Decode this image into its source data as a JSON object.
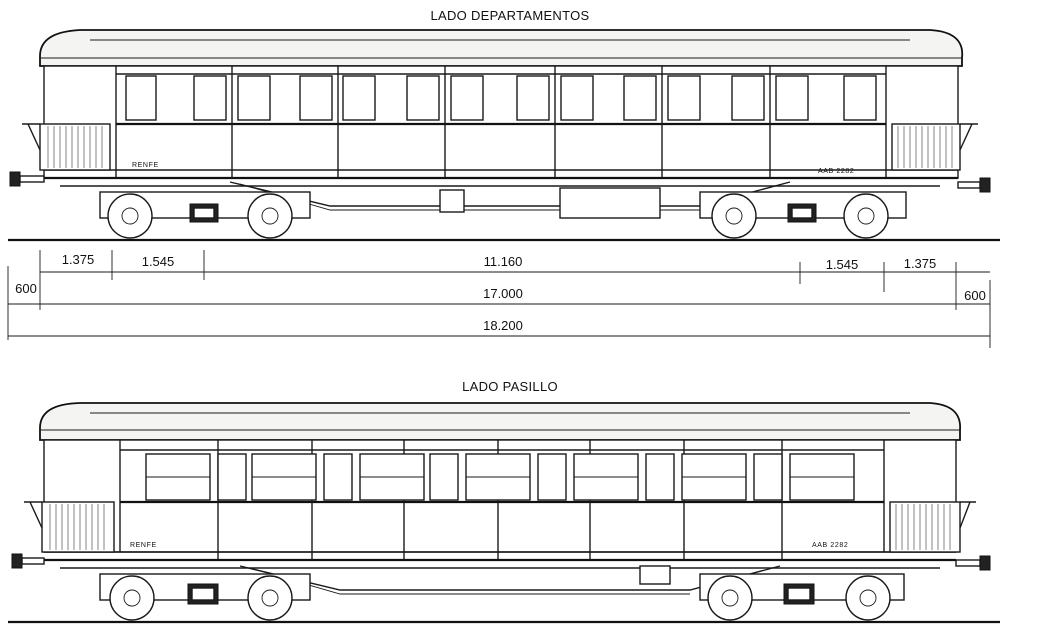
{
  "views": {
    "top": {
      "title": "LADO DEPARTAMENTOS",
      "left_marking": "RENFE",
      "right_marking": "AAB   2282"
    },
    "bottom": {
      "title": "LADO PASILLO",
      "left_marking": "RENFE",
      "right_marking": "AAB   2282"
    }
  },
  "dimensions": {
    "row1": {
      "left_overhang": "1.375",
      "left_bogie": "1.545",
      "center": "11.160",
      "right_bogie": "1.545",
      "right_overhang": "1.375"
    },
    "row2": {
      "left_buffer": "600",
      "body": "17.000",
      "right_buffer": "600"
    },
    "row3": {
      "overall": "18.200"
    }
  }
}
